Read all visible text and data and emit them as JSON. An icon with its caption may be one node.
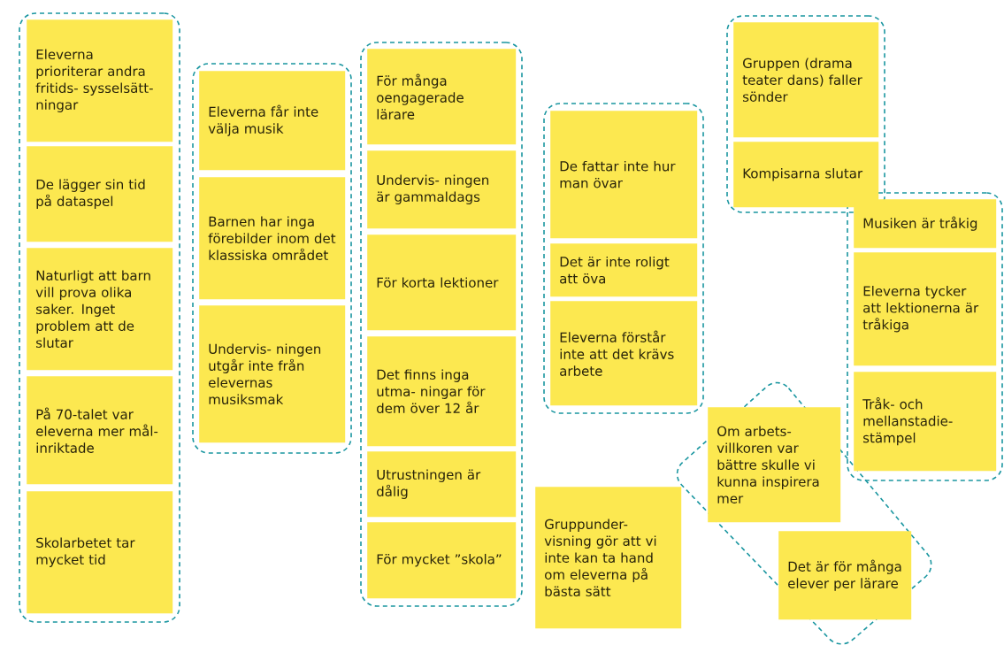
{
  "diagram": {
    "nodes": [
      {
        "text": [],
        "shape": "box"
      },
      {
        "text": [
          "Eleverna prioriterar andra fritids- sysselsätt- ningar"
        ],
        "in": 0
      },
      {
        "text": [
          "De lägger sin tid på dataspel"
        ],
        "in": 0
      },
      {
        "text": [
          "Naturligt att barn vill prova olika saker. Inget problem att de slutar"
        ],
        "in": 0
      },
      {
        "text": [
          "På 70-talet var eleverna mer mål- inriktade"
        ],
        "in": 0
      },
      {
        "text": [
          "Skolarbetet tar mycket tid"
        ],
        "in": 0
      },
      {
        "text": [],
        "shape": "box"
      },
      {
        "text": [
          "Eleverna får inte välja musik"
        ],
        "in": 6
      },
      {
        "text": [
          "Barnen har inga förebilder inom det klassiska området"
        ],
        "in": 6
      },
      {
        "text": [
          "Undervis- ningen utgår inte från elevernas musiksmak"
        ],
        "in": 6
      },
      {
        "text": [],
        "shape": "box"
      },
      {
        "text": [
          "För många oengagerade lärare"
        ],
        "in": 10
      },
      {
        "text": [
          "Undervis- ningen är gammaldags"
        ],
        "in": 10
      },
      {
        "text": [
          "För korta lektioner"
        ],
        "in": 10
      },
      {
        "text": [
          "Det finns inga utma- ningar för dem över 12 år"
        ],
        "in": 10
      },
      {
        "text": [
          "Utrustningen är dålig"
        ],
        "in": 10
      },
      {
        "text": [
          "För mycket ”skola”"
        ],
        "in": 10
      },
      {
        "text": [],
        "shape": "box"
      },
      {
        "text": [
          "De fattar inte hur man övar"
        ],
        "in": 17
      },
      {
        "text": [
          "Det är inte roligt att öva"
        ],
        "in": 17
      },
      {
        "text": [
          "Eleverna förstår inte att det krävs arbete"
        ],
        "in": 17
      },
      {
        "text": [
          "Gruppunder- visning gör att vi inte kan ta hand om eleverna på bästa sätt"
        ]
      },
      {
        "text": [],
        "shape": "box"
      },
      {
        "text": [
          "Gruppen (drama teater dans) faller sönder"
        ],
        "in": 22
      },
      {
        "text": [
          "Kompisarna slutar"
        ],
        "in": 22
      },
      {
        "text": [],
        "shape": "box"
      },
      {
        "text": [
          "Musiken är tråkig"
        ],
        "in": 25
      },
      {
        "text": [
          "Eleverna tycker att lektionerna är tråkiga"
        ],
        "in": 25
      },
      {
        "text": [
          "Tråk- och mellanstadie- stämpel"
        ],
        "in": 25
      },
      {
        "text": [],
        "shape": "box"
      },
      {
        "text": [
          "Om arbets- villkoren var bättre skulle vi kunna inspirera mer"
        ],
        "in": 29
      },
      {
        "text": [
          "Det är för många elever per lärare"
        ],
        "in": 29
      }
    ]
  }
}
